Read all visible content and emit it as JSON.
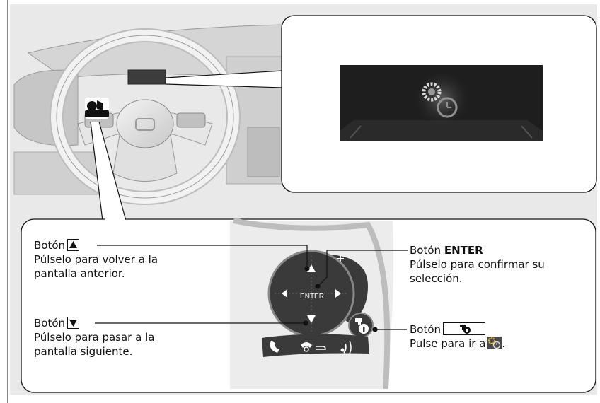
{
  "callouts": {
    "up_button": {
      "label": "Botón",
      "desc_line1": "Púlselo para volver a la",
      "desc_line2": "pantalla anterior."
    },
    "down_button": {
      "label": "Botón",
      "desc_line1": "Púlselo para pasar a la",
      "desc_line2": "pantalla siguiente."
    },
    "enter_button": {
      "label": "Botón",
      "label_bold": "ENTER",
      "desc_line1": "Púlselo para confirmar su",
      "desc_line2": "selección."
    },
    "info_button": {
      "label": "Botón",
      "desc": "Pulse para ir a",
      "desc_end": "."
    }
  },
  "controls": {
    "enter_label": "ENTER",
    "volume_up": "+",
    "volume_down": "–"
  },
  "icons": {
    "up_arrow": "up-triangle-icon",
    "down_arrow": "down-triangle-icon",
    "info": "info-button-icon",
    "destination": "destination-clock-icon",
    "phone": "phone-icon",
    "hangup": "hang-up-back-icon",
    "voice": "voice-command-icon",
    "steering_switch": "steering-switch-icon"
  },
  "colors": {
    "panel_bg": "#e9e9e9",
    "display_bg": "#1e1e1e",
    "line": "#111111",
    "control_dark": "#3a3a3a"
  }
}
